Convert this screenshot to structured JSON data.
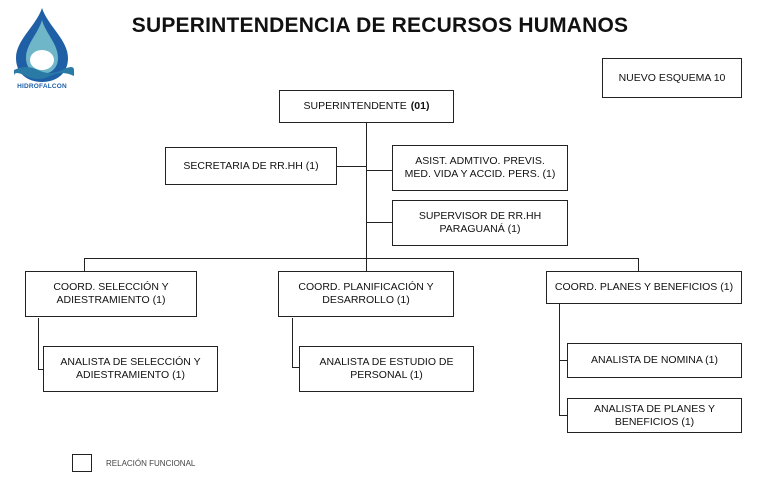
{
  "header": {
    "title": "SUPERINTENDENCIA DE RECURSOS HUMANOS",
    "schema_label": "NUEVO ESQUEMA  10"
  },
  "logo": {
    "text": "HIDROFALCON",
    "colors": {
      "drop_outer": "#1f5fa6",
      "drop_inner": "#6fb6c9",
      "wave": "#2a7aa6"
    }
  },
  "org": {
    "superintendente": {
      "name": "SUPERINTENDENTE",
      "count": "(01)"
    },
    "secretaria": "SECRETARIA DE RR.HH (1)",
    "asistente": "ASIST. ADMTIVO. PREVIS. MED. VIDA Y ACCID. PERS. (1)",
    "supervisor": "SUPERVISOR DE RR.HH PARAGUANÁ (1)",
    "coord_seleccion": "COORD. SELECCIÓN Y ADIESTRAMIENTO (1)",
    "coord_planificacion": "COORD. PLANIFICACIÓN  Y DESARROLLO (1)",
    "coord_planes": "COORD. PLANES Y BENEFICIOS (1)",
    "analista_seleccion": "ANALISTA DE SELECCIÓN Y ADIESTRAMIENTO (1)",
    "analista_estudio": "ANALISTA DE ESTUDIO DE PERSONAL (1)",
    "analista_nomina": "ANALISTA DE NOMINA (1)",
    "analista_planes": "ANALISTA  DE PLANES Y BENEFICIOS (1)"
  },
  "legend": {
    "label": "RELACIÓN FUNCIONAL"
  }
}
